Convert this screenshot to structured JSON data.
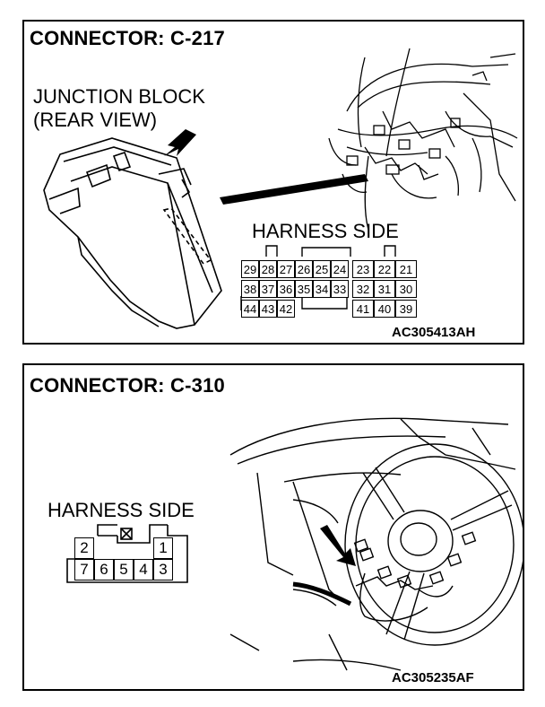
{
  "panel1": {
    "title": "CONNECTOR: C-217",
    "component_line1": "JUNCTION BLOCK",
    "component_line2": "(REAR VIEW)",
    "harness_label": "HARNESS SIDE",
    "figure_code": "AC305413AH",
    "pins_row1": [
      "29",
      "28",
      "27",
      "26",
      "25",
      "24",
      "23",
      "22",
      "21"
    ],
    "pins_row2": [
      "38",
      "37",
      "36",
      "35",
      "34",
      "33",
      "32",
      "31",
      "30"
    ],
    "pins_row3_left": [
      "44",
      "43",
      "42"
    ],
    "pins_row3_right": [
      "41",
      "40",
      "39"
    ]
  },
  "panel2": {
    "title": "CONNECTOR: C-310",
    "harness_label": "HARNESS SIDE",
    "figure_code": "AC305235AF",
    "pins_top": [
      "2",
      "1"
    ],
    "pins_bottom": [
      "7",
      "6",
      "5",
      "4",
      "3"
    ]
  }
}
